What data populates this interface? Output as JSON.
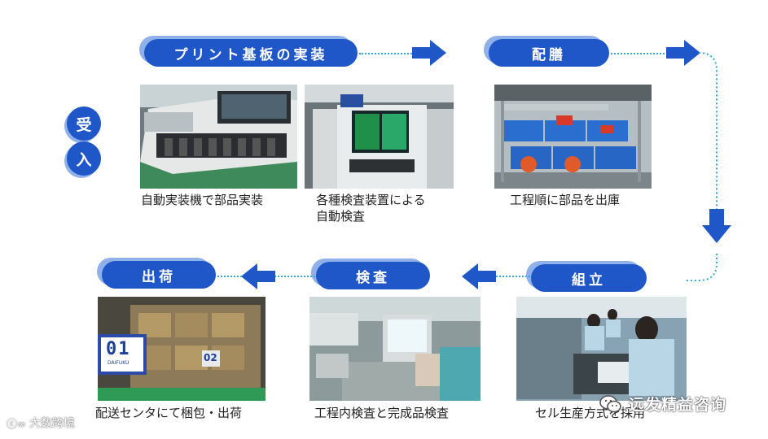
{
  "receive": [
    "受",
    "入"
  ],
  "steps": {
    "print": "プリント基板の実装",
    "kitting": "配膳",
    "assembly": "組立",
    "inspection": "検査",
    "shipping": "出荷"
  },
  "captions": {
    "mount": "自動実装機で部品実装",
    "aoi_line1": "各種検査装置による",
    "aoi_line2": "自動検査",
    "kitting": "工程順に部品を出庫",
    "shipping": "配送センタにて梱包・出荷",
    "inspection": "工程内検査と完成品検査",
    "assembly": "セル生産方式を採用"
  },
  "photo_labels": {
    "rack_code": "01",
    "rack_sub": "DAIFUKU",
    "box_label": "02"
  },
  "watermarks": {
    "left": "大数跨境",
    "right": "远发精益咨询"
  },
  "colors": {
    "pill": "#1f56c8",
    "shadow": "#8fb0e8",
    "dotted": "#33a6d8",
    "arrow": "#1f56c8"
  }
}
